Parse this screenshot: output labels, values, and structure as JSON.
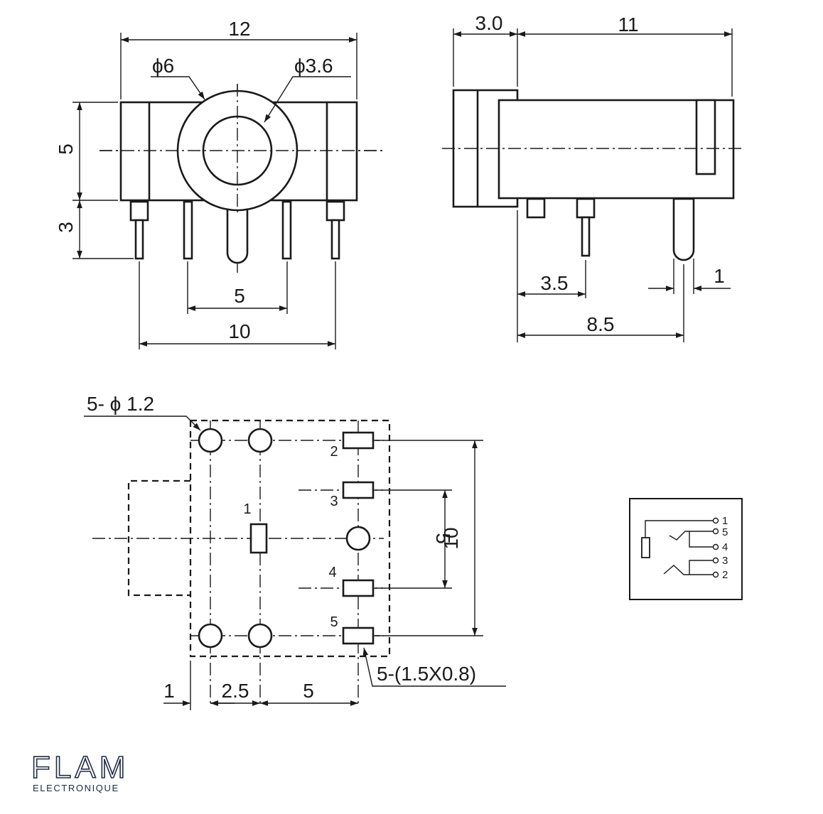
{
  "front_view": {
    "dim_overall_width": "12",
    "dim_outer_diameter": "ϕ6",
    "dim_inner_diameter": "ϕ3.6",
    "dim_body_height": "5",
    "dim_pin_length": "3",
    "dim_inner_pin_span": "5",
    "dim_outer_pin_span": "10"
  },
  "side_view": {
    "dim_flange": "3.0",
    "dim_body_length": "11",
    "dim_pin_offset": "3.5",
    "dim_rear_pin_offset": "8.5",
    "dim_pin_width": "1"
  },
  "footprint": {
    "hole_note": "5- ϕ 1.2",
    "slot_note": "5-(1.5X0.8)",
    "pin_labels": [
      "1",
      "2",
      "3",
      "4",
      "5"
    ],
    "dim_vertical_inner": "5",
    "dim_vertical_outer": "10",
    "dim_edge_offset": "1",
    "dim_hole_pitch": "2.5",
    "dim_slot_offset": "5"
  },
  "schematic": {
    "pin_labels": [
      "1",
      "5",
      "4",
      "3",
      "2"
    ]
  },
  "logo": {
    "brand": "FLAM",
    "tagline": "ELECTRONIQUE"
  }
}
